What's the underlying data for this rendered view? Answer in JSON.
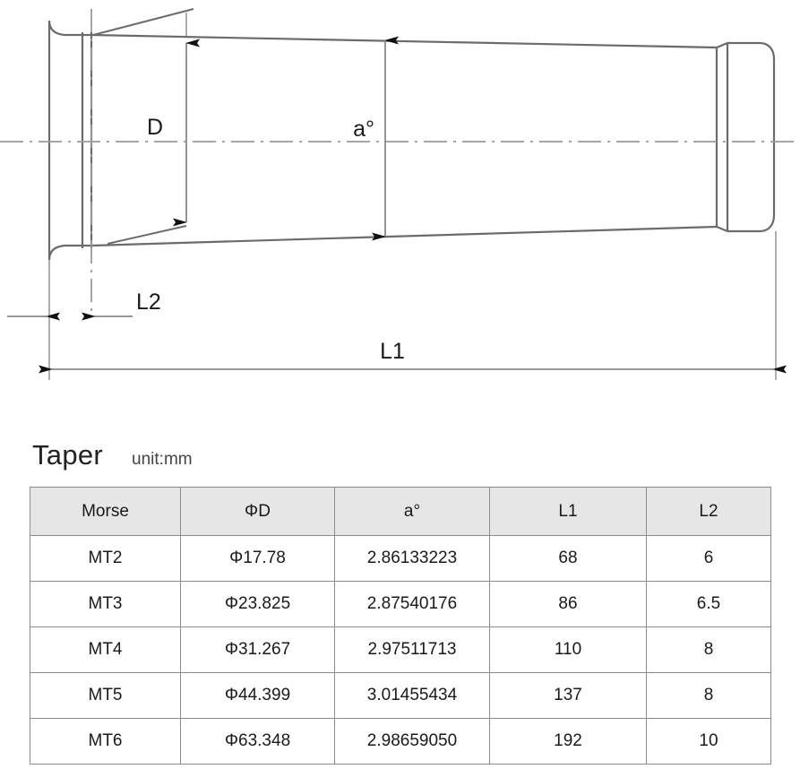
{
  "drawing": {
    "name": "morse-taper-shank-cross-section",
    "labels": {
      "diameter": "D",
      "angle": "a°",
      "length_total": "L1",
      "length_tang": "L2"
    }
  },
  "table_section": {
    "title": "Taper",
    "unit_note": "unit:mm"
  },
  "chart_data": {
    "type": "table",
    "title": "Taper",
    "subtitle": "unit:mm",
    "columns": [
      "Morse",
      "ΦD",
      "a°",
      "L1",
      "L2"
    ],
    "rows": [
      [
        "MT2",
        "Φ17.78",
        "2.86133223",
        "68",
        "6"
      ],
      [
        "MT3",
        "Φ23.825",
        "2.87540176",
        "86",
        "6.5"
      ],
      [
        "MT4",
        "Φ31.267",
        "2.97511713",
        "110",
        "8"
      ],
      [
        "MT5",
        "Φ44.399",
        "3.01455434",
        "137",
        "8"
      ],
      [
        "MT6",
        "Φ63.348",
        "2.98659050",
        "192",
        "10"
      ]
    ]
  },
  "colors": {
    "line": "#6b6b6b",
    "arrow": "#111111",
    "centerline": "#9a9a9a",
    "header_fill": "#e6e6e6",
    "border": "#8b8b8b"
  }
}
